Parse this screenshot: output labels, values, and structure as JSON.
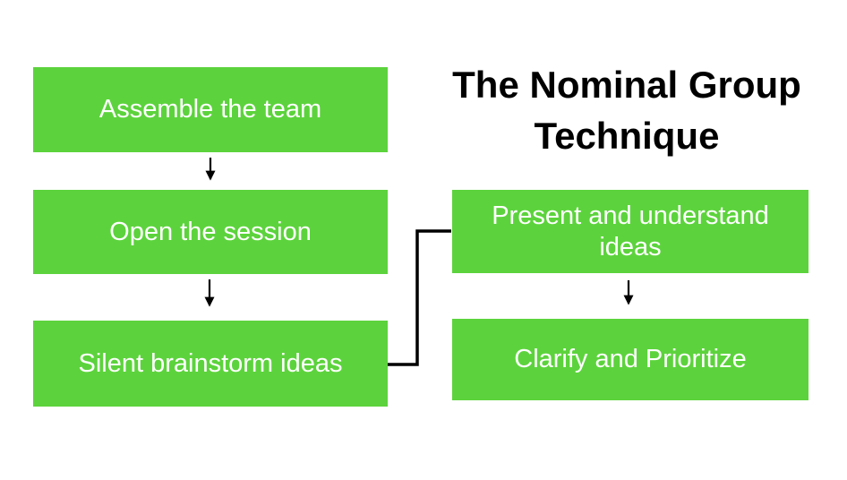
{
  "title": "The Nominal Group Technique",
  "colors": {
    "box_green": "#5CD33C",
    "box_text": "#FFFFFF",
    "title_text": "#000000",
    "line_black": "#000000",
    "background": "#FFFFFF"
  },
  "flowchart": {
    "type": "flowchart",
    "left_column": [
      {
        "label": "Assemble the team"
      },
      {
        "label": "Open the session"
      },
      {
        "label": "Silent brainstorm ideas"
      }
    ],
    "right_column": [
      {
        "label": "Present and understand ideas"
      },
      {
        "label": "Clarify and Prioritize"
      }
    ],
    "connections": [
      {
        "from": "Assemble the team",
        "to": "Open the session",
        "style": "arrow-down"
      },
      {
        "from": "Open the session",
        "to": "Silent brainstorm ideas",
        "style": "arrow-down"
      },
      {
        "from": "Silent brainstorm ideas",
        "to": "Present and understand ideas",
        "style": "elbow-line"
      },
      {
        "from": "Present and understand ideas",
        "to": "Clarify and Prioritize",
        "style": "arrow-down"
      }
    ]
  }
}
